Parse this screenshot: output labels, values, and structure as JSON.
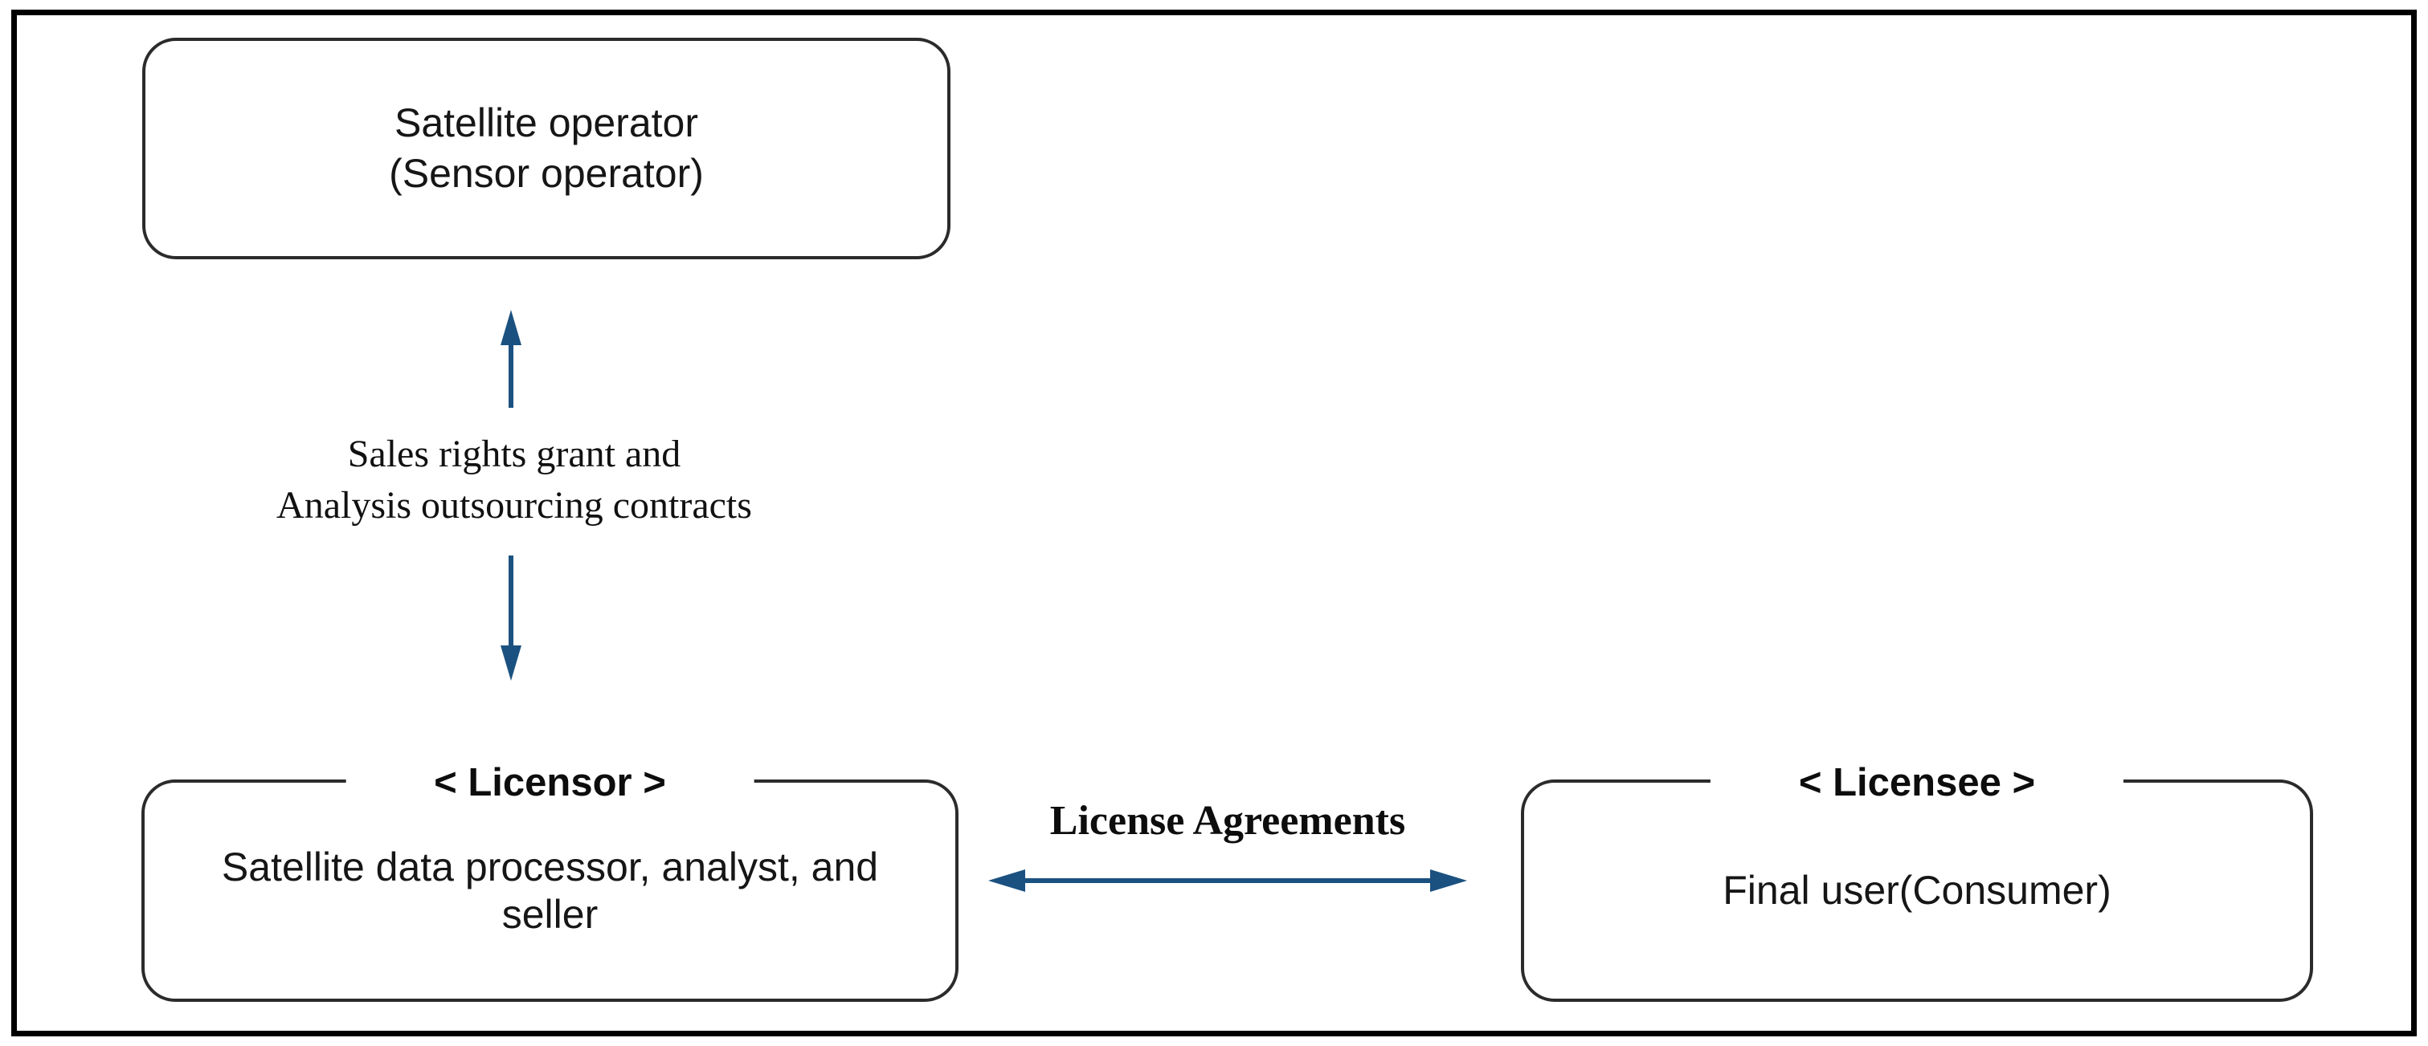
{
  "colors": {
    "arrow": "#1B5180",
    "box_border": "#2B2B2B",
    "outer_border": "#000000",
    "text": "#161616",
    "background": "#FFFFFF"
  },
  "nodes": {
    "satellite": {
      "line1": "Satellite operator",
      "line2": "(Sensor operator)"
    },
    "licensor": {
      "tag": "< Licensor >",
      "line1": "Satellite data processor, analyst, and",
      "line2": "seller"
    },
    "licensee": {
      "tag": "< Licensee >",
      "line1": "Final user(Consumer)"
    }
  },
  "edges": {
    "sales": {
      "line1": "Sales rights grant and",
      "line2": "Analysis outsourcing contracts"
    },
    "license": {
      "label": "License Agreements"
    }
  }
}
